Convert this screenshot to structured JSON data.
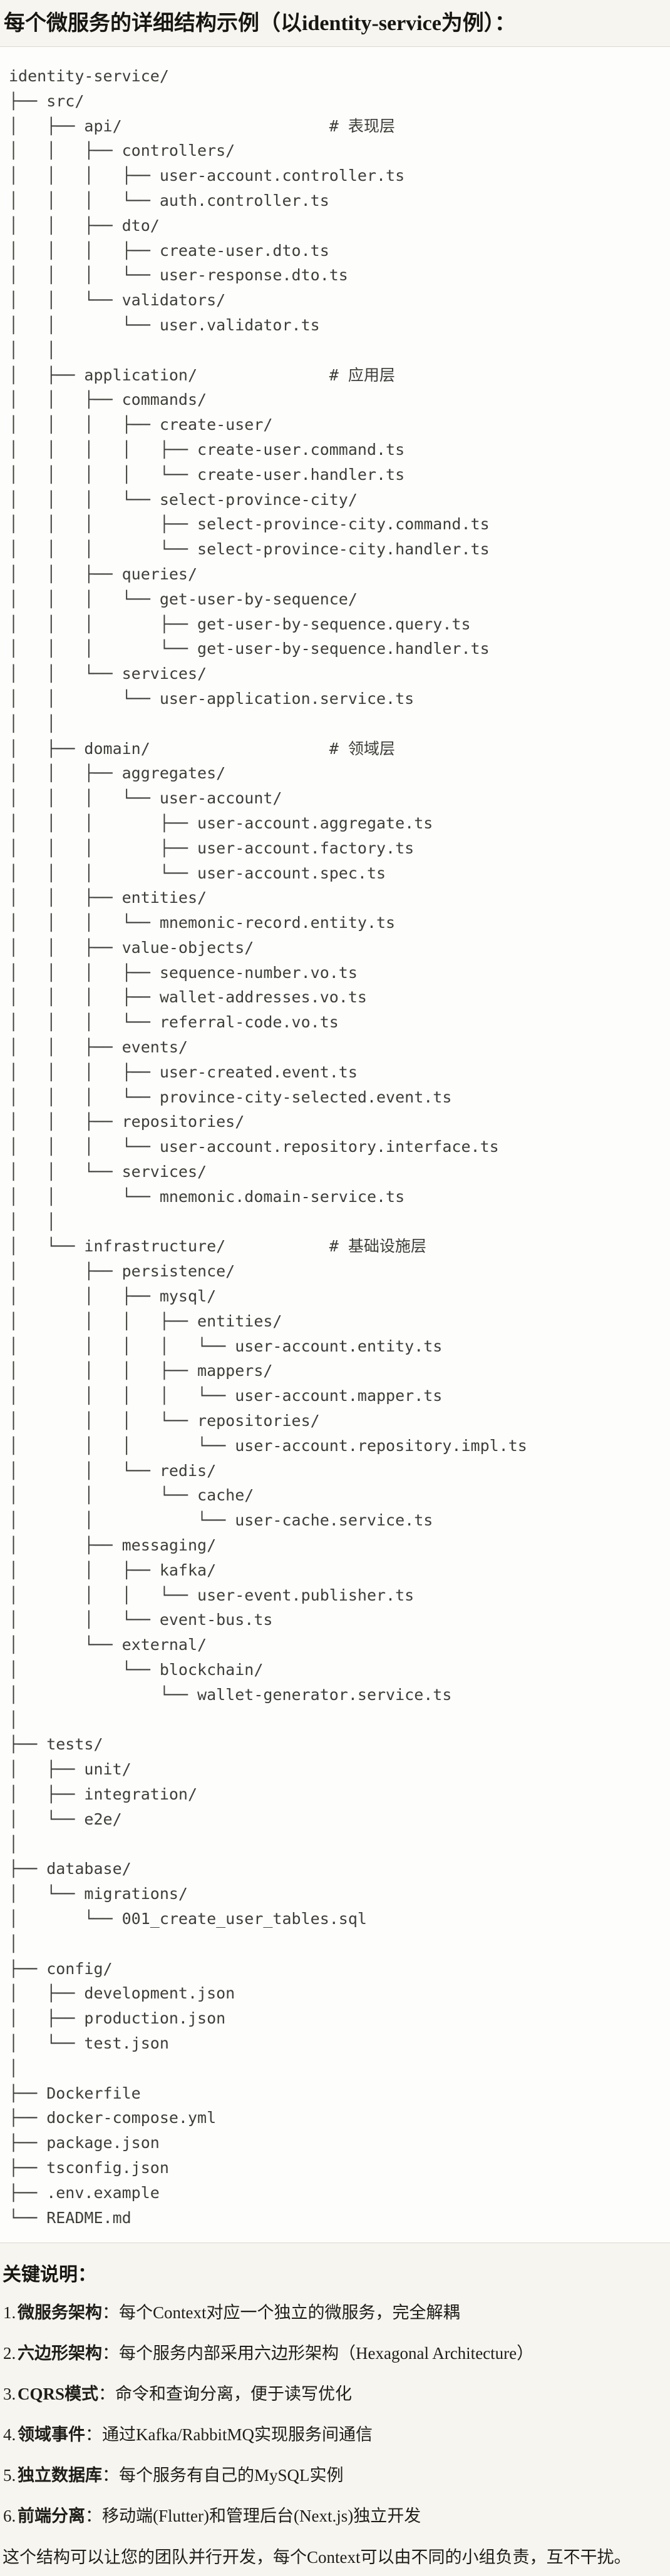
{
  "page": {
    "title": "每个微服务的详细结构示例（以identity-service为例）："
  },
  "tree": {
    "lines": [
      "identity-service/",
      "├── src/",
      "│   ├── api/                      # 表现层",
      "│   │   ├── controllers/",
      "│   │   │   ├── user-account.controller.ts",
      "│   │   │   └── auth.controller.ts",
      "│   │   ├── dto/",
      "│   │   │   ├── create-user.dto.ts",
      "│   │   │   └── user-response.dto.ts",
      "│   │   └── validators/",
      "│   │       └── user.validator.ts",
      "│   │",
      "│   ├── application/              # 应用层",
      "│   │   ├── commands/",
      "│   │   │   ├── create-user/",
      "│   │   │   │   ├── create-user.command.ts",
      "│   │   │   │   └── create-user.handler.ts",
      "│   │   │   └── select-province-city/",
      "│   │   │       ├── select-province-city.command.ts",
      "│   │   │       └── select-province-city.handler.ts",
      "│   │   ├── queries/",
      "│   │   │   └── get-user-by-sequence/",
      "│   │   │       ├── get-user-by-sequence.query.ts",
      "│   │   │       └── get-user-by-sequence.handler.ts",
      "│   │   └── services/",
      "│   │       └── user-application.service.ts",
      "│   │",
      "│   ├── domain/                   # 领域层",
      "│   │   ├── aggregates/",
      "│   │   │   └── user-account/",
      "│   │   │       ├── user-account.aggregate.ts",
      "│   │   │       ├── user-account.factory.ts",
      "│   │   │       └── user-account.spec.ts",
      "│   │   ├── entities/",
      "│   │   │   └── mnemonic-record.entity.ts",
      "│   │   ├── value-objects/",
      "│   │   │   ├── sequence-number.vo.ts",
      "│   │   │   ├── wallet-addresses.vo.ts",
      "│   │   │   └── referral-code.vo.ts",
      "│   │   ├── events/",
      "│   │   │   ├── user-created.event.ts",
      "│   │   │   └── province-city-selected.event.ts",
      "│   │   ├── repositories/",
      "│   │   │   └── user-account.repository.interface.ts",
      "│   │   └── services/",
      "│   │       └── mnemonic.domain-service.ts",
      "│   │",
      "│   └── infrastructure/           # 基础设施层",
      "│       ├── persistence/",
      "│       │   ├── mysql/",
      "│       │   │   ├── entities/",
      "│       │   │   │   └── user-account.entity.ts",
      "│       │   │   ├── mappers/",
      "│       │   │   │   └── user-account.mapper.ts",
      "│       │   │   └── repositories/",
      "│       │   │       └── user-account.repository.impl.ts",
      "│       │   └── redis/",
      "│       │       └── cache/",
      "│       │           └── user-cache.service.ts",
      "│       ├── messaging/",
      "│       │   ├── kafka/",
      "│       │   │   └── user-event.publisher.ts",
      "│       │   └── event-bus.ts",
      "│       └── external/",
      "│           └── blockchain/",
      "│               └── wallet-generator.service.ts",
      "│",
      "├── tests/",
      "│   ├── unit/",
      "│   ├── integration/",
      "│   └── e2e/",
      "│",
      "├── database/",
      "│   └── migrations/",
      "│       └── 001_create_user_tables.sql",
      "│",
      "├── config/",
      "│   ├── development.json",
      "│   ├── production.json",
      "│   └── test.json",
      "│",
      "├── Dockerfile",
      "├── docker-compose.yml",
      "├── package.json",
      "├── tsconfig.json",
      "├── .env.example",
      "└── README.md"
    ]
  },
  "notes": {
    "heading": "关键说明：",
    "items": [
      {
        "num": "1.",
        "term": "微服务架构",
        "desc": "：每个Context对应一个独立的微服务，完全解耦"
      },
      {
        "num": "2.",
        "term": "六边形架构",
        "desc": "：每个服务内部采用六边形架构（Hexagonal Architecture）"
      },
      {
        "num": "3.",
        "term": "CQRS模式",
        "desc": "：命令和查询分离，便于读写优化"
      },
      {
        "num": "4.",
        "term": "领域事件",
        "desc": "：通过Kafka/RabbitMQ实现服务间通信"
      },
      {
        "num": "5.",
        "term": "独立数据库",
        "desc": "：每个服务有自己的MySQL实例"
      },
      {
        "num": "6.",
        "term": "前端分离",
        "desc": "：移动端(Flutter)和管理后台(Next.js)独立开发"
      }
    ],
    "footer": "这个结构可以让您的团队并行开发，每个Context可以由不同的小组负责，互不干扰。"
  }
}
